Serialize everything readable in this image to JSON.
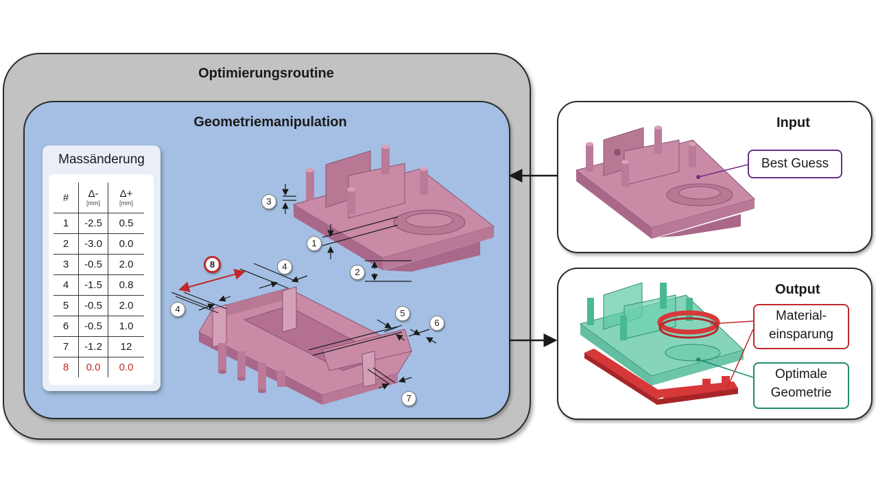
{
  "diagram": {
    "outer_title": "Optimierungsroutine",
    "inner_title": "Geometriemanipulation",
    "table": {
      "title": "Massänderung",
      "headers": {
        "index": "#",
        "minus_sym": "Δ-",
        "minus_unit": "[mm]",
        "plus_sym": "Δ+",
        "plus_unit": "[mm]"
      },
      "rows": [
        {
          "id": "1",
          "minus": "-2.5",
          "plus": "0.5"
        },
        {
          "id": "2",
          "minus": "-3.0",
          "plus": "0.0"
        },
        {
          "id": "3",
          "minus": "-0.5",
          "plus": "2.0"
        },
        {
          "id": "4",
          "minus": "-1.5",
          "plus": "0.8"
        },
        {
          "id": "5",
          "minus": "-0.5",
          "plus": "2.0"
        },
        {
          "id": "6",
          "minus": "-0.5",
          "plus": "1.0"
        },
        {
          "id": "7",
          "minus": "-1.2",
          "plus": "12"
        },
        {
          "id": "8",
          "minus": "0.0",
          "plus": "0.0"
        }
      ]
    },
    "markers": {
      "m1": "1",
      "m2": "2",
      "m3": "3",
      "m4a": "4",
      "m4b": "4",
      "m5": "5",
      "m6": "6",
      "m7": "7",
      "m8": "8"
    },
    "input": {
      "title": "Input",
      "tag": "Best Guess"
    },
    "output": {
      "title": "Output",
      "tag_material_1": "Material-",
      "tag_material_2": "einsparung",
      "tag_optimal_1": "Optimale",
      "tag_optimal_2": "Geometrie"
    },
    "colors": {
      "part": "#c98aa6",
      "part_dark": "#a9688a",
      "optimal": "#5ec7a4",
      "removed": "#d6383a",
      "inner_bg": "#a4bfe3",
      "outer_bg": "#c2c2c2"
    }
  }
}
